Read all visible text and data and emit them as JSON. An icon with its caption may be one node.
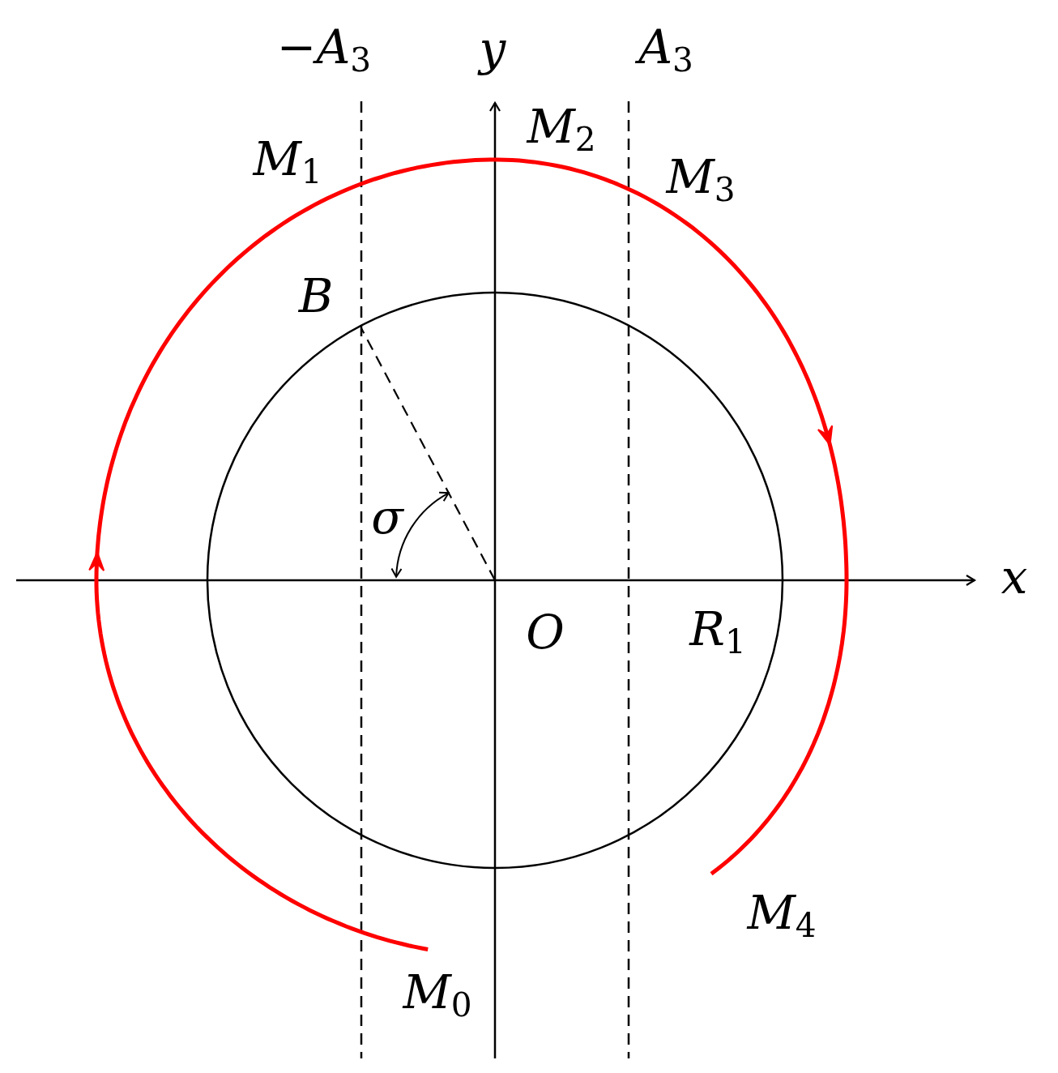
{
  "diagram": {
    "labels": [
      "−*A*$_{3}$",
      "*y*",
      "*A*$_{3}$",
      "*M*$_{1}$",
      "*M*$_{2}$",
      "*M*$_{3}$",
      "*B*",
      "*σ*",
      "*x*",
      "*O*",
      "*R*$_{1}$",
      "*M*$_{4}$",
      "*M*$_{0}$"
    ]
  }
}
